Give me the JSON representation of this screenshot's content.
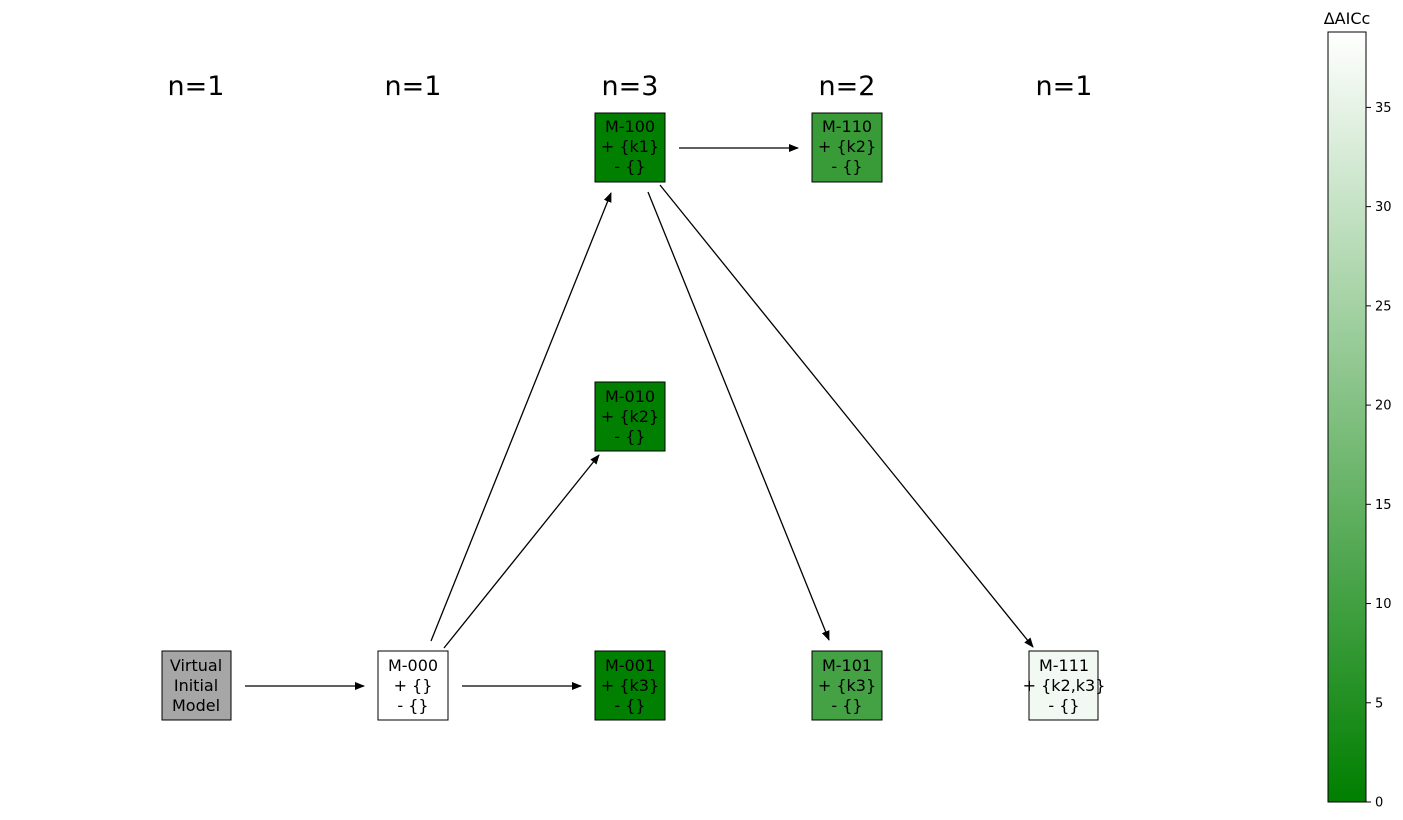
{
  "column_labels": [
    "n=1",
    "n=1",
    "n=3",
    "n=2",
    "n=1"
  ],
  "nodes": [
    {
      "id": "virtual",
      "lines": [
        "Virtual",
        "Initial",
        "Model"
      ],
      "fill": "#a6a6a6"
    },
    {
      "id": "m000",
      "lines": [
        "M-000",
        "+ {}",
        "- {}"
      ],
      "fill": "#ffffff"
    },
    {
      "id": "m100",
      "lines": [
        "M-100",
        "+ {k1}",
        "- {}"
      ],
      "fill": "#007f00"
    },
    {
      "id": "m010",
      "lines": [
        "M-010",
        "+ {k2}",
        "- {}"
      ],
      "fill": "#007f00"
    },
    {
      "id": "m001",
      "lines": [
        "M-001",
        "+ {k3}",
        "- {}"
      ],
      "fill": "#007f00"
    },
    {
      "id": "m110",
      "lines": [
        "M-110",
        "+ {k2}",
        "- {}"
      ],
      "fill": "#389b38"
    },
    {
      "id": "m101",
      "lines": [
        "M-101",
        "+ {k3}",
        "- {}"
      ],
      "fill": "#44a144"
    },
    {
      "id": "m111",
      "lines": [
        "M-111",
        "+ {k2,k3}",
        "- {}"
      ],
      "fill": "#f2f8f2"
    }
  ],
  "edges": [
    {
      "from": "virtual",
      "to": "m000"
    },
    {
      "from": "m000",
      "to": "m001"
    },
    {
      "from": "m000",
      "to": "m010"
    },
    {
      "from": "m000",
      "to": "m100"
    },
    {
      "from": "m100",
      "to": "m110"
    },
    {
      "from": "m100",
      "to": "m101"
    },
    {
      "from": "m100",
      "to": "m111"
    }
  ],
  "colorbar": {
    "title": "ΔAICc",
    "min": 0,
    "max": 38.8,
    "ticks": [
      0,
      5,
      10,
      15,
      20,
      25,
      30,
      35
    ],
    "color_low": "#007f00",
    "color_high": "#ffffff"
  }
}
